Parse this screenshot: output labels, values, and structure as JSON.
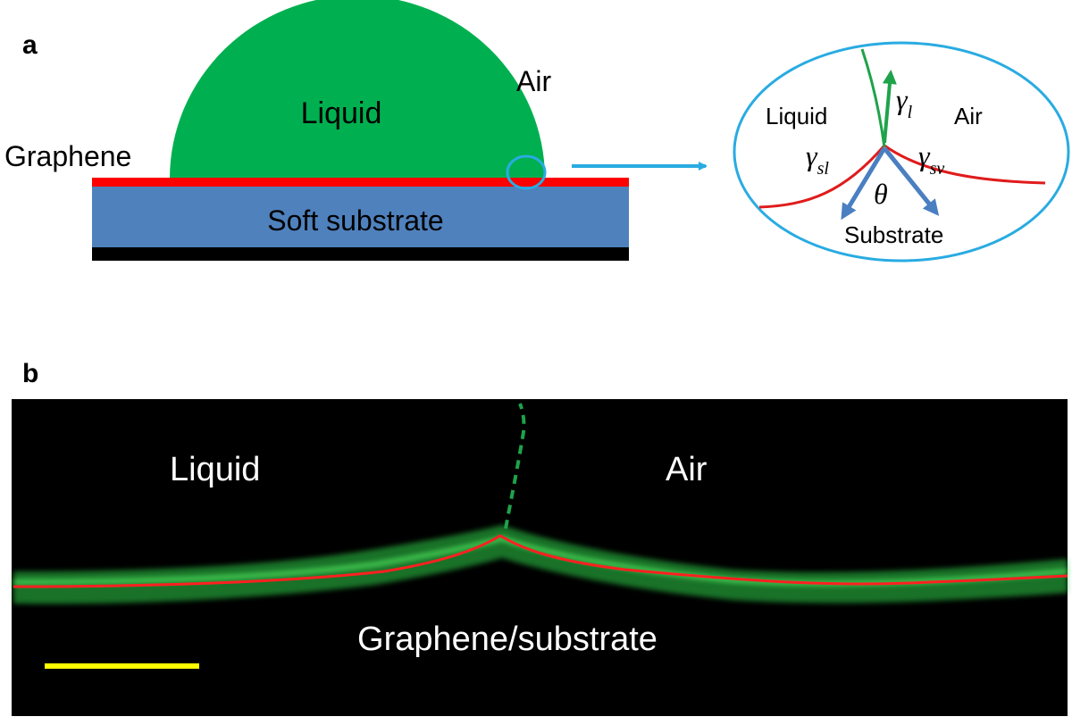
{
  "panel_a": {
    "label": "a",
    "liquid": "Liquid",
    "air": "Air",
    "graphene": "Graphene",
    "substrate": "Soft substrate",
    "inset": {
      "liquid": "Liquid",
      "air": "Air",
      "substrate": "Substrate",
      "gamma_l": {
        "symbol": "γ",
        "sub": "l"
      },
      "gamma_sl": {
        "symbol": "γ",
        "sub": "sl"
      },
      "gamma_sv": {
        "symbol": "γ",
        "sub": "sv"
      },
      "theta": "θ"
    }
  },
  "panel_b": {
    "label": "b",
    "liquid": "Liquid",
    "air": "Air",
    "substrate": "Graphene/substrate"
  },
  "colors": {
    "liquid_green": "#00b050",
    "graphene_red": "#ff0000",
    "substrate_blue": "#4f81bd",
    "inset_blue": "#29abe2",
    "arrow_green": "#1ea34a",
    "arrow_blue": "#4a7fc1",
    "fluorescence_green": "#2fd04a",
    "scale_bar_yellow": "#ffff00",
    "image_background": "#000000"
  }
}
